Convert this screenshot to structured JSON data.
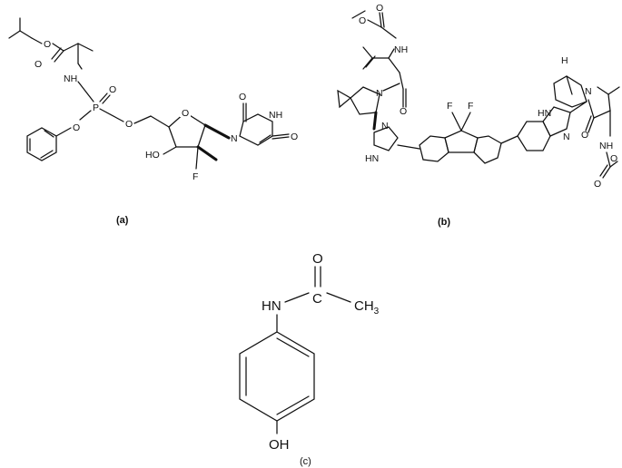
{
  "panels": {
    "a": {
      "caption": "(a)",
      "atoms": {
        "nh": "NH",
        "p": "P",
        "o_p_double": "O",
        "o_phenoxy": "O",
        "o_ester_alkyl": "O",
        "o_ester_carbonyl": "O",
        "o_p_ch2": "O",
        "o_ring": "O",
        "ho": "HO",
        "f": "F",
        "n1": "N",
        "n3": "NH",
        "o2": "O",
        "o4": "O"
      }
    },
    "b": {
      "caption": "(b)",
      "atoms": {
        "o_carbamate_top": "O",
        "o_carbamate_top_eth": "O",
        "nh_top": "NH",
        "o_amide_top": "O",
        "n_pyrrolidine": "N",
        "n_imid_a": "N",
        "hn_imid_a": "HN",
        "f1": "F",
        "f2": "F",
        "hn_benz": "HN",
        "n_benz": "N",
        "n_bicyclic": "N",
        "h_bicyclic": "H",
        "o_amide_bottom": "O",
        "nh_bottom": "NH",
        "o_carbamate_bottom": "O",
        "o_carbamate_bottom_eth": "O"
      }
    },
    "c": {
      "caption": "(c)",
      "atoms": {
        "o": "O",
        "hn": "HN",
        "c": "C",
        "ch": "CH",
        "sub3": "3",
        "oh": "OH"
      }
    }
  }
}
